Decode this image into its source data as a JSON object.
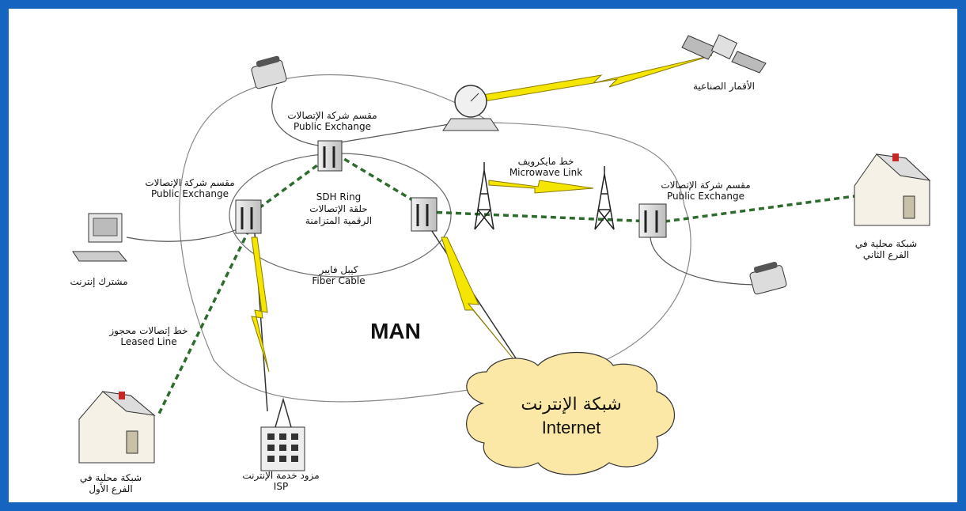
{
  "diagram": {
    "title": "MAN",
    "labels": {
      "satellite": "الأقمار الصناعية",
      "exchange_top_ar": "مقسم شركة الإتصالات",
      "exchange_top_en": "Public Exchange",
      "exchange_left_ar": "مقسم شركة الإتصالات",
      "exchange_left_en": "Public Exchange",
      "exchange_right_ar": "مقسم شركة الإتصالات",
      "exchange_right_en": "Public Exchange",
      "microwave_ar": "خط مايكرويف",
      "microwave_en": "Microwave Link",
      "sdh_en": "SDH Ring",
      "sdh_ar1": "حلقة الإتصالات",
      "sdh_ar2": "الرقمية المتزامنة",
      "fiber_ar": "كيبل فايبر",
      "fiber_en": "Fiber Cable",
      "subscriber": "مشترك إنترنت",
      "leased_ar": "خط إتصالات محجوز",
      "leased_en": "Leased Line",
      "lan_first_1": "شبكة محلية في",
      "lan_first_2": "الفرع الأول",
      "lan_second_1": "شبكة محلية في",
      "lan_second_2": "الفرع الثاني",
      "isp_ar": "مزود خدمة الإنترنت",
      "isp_en": "ISP",
      "internet_ar": "شبكة الإنترنت",
      "internet_en": "Internet"
    },
    "colors": {
      "frame": "#1565c0",
      "dashed_link": "#2e6b2e",
      "lightning": "#f4e600",
      "cloud": "#fbe8a6"
    }
  }
}
